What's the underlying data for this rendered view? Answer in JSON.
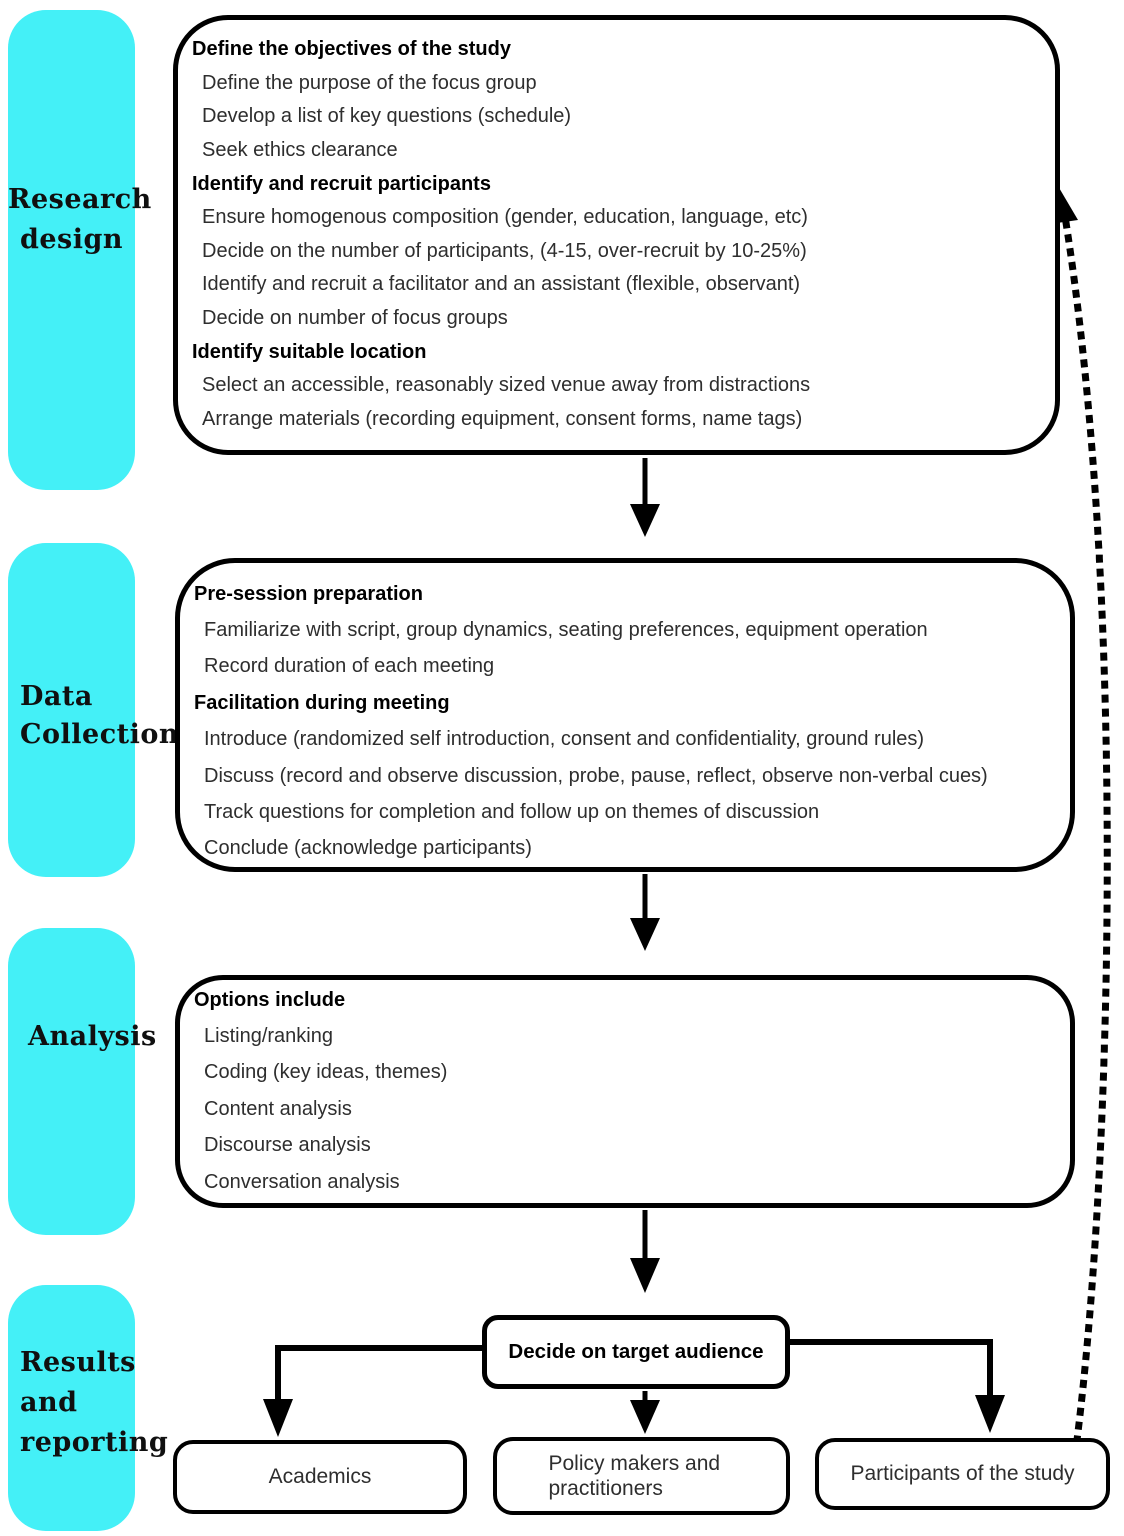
{
  "palette": {
    "stage_fill": "#44F0F7",
    "outline": "#000000",
    "body_text": "#2e2e2e"
  },
  "stages": [
    {
      "id": "research-design",
      "lines": [
        "Research",
        "design"
      ]
    },
    {
      "id": "data-collection",
      "lines": [
        "Data",
        "Collection"
      ]
    },
    {
      "id": "analysis",
      "lines": [
        "Analysis"
      ]
    },
    {
      "id": "results-reporting",
      "lines": [
        "Results",
        "and",
        "reporting"
      ]
    }
  ],
  "flow_boxes": [
    {
      "id": "research-design-steps",
      "lines": [
        {
          "text": "Define the objectives of the study",
          "bold": true
        },
        {
          "text": "Define the purpose of the focus group",
          "bold": false
        },
        {
          "text": "Develop a list of key questions (schedule)",
          "bold": false
        },
        {
          "text": "Seek ethics clearance",
          "bold": false
        },
        {
          "text": "Identify and recruit participants",
          "bold": true
        },
        {
          "text": "Ensure homogenous composition (gender, education, language, etc)",
          "bold": false
        },
        {
          "text": "Decide on the number of participants, (4-15, over-recruit by 10-25%)",
          "bold": false
        },
        {
          "text": "Identify and recruit a facilitator and an assistant (flexible, observant)",
          "bold": false
        },
        {
          "text": "Decide on number of focus groups",
          "bold": false
        },
        {
          "text": "Identify suitable location",
          "bold": true
        },
        {
          "text": "Select an accessible, reasonably sized venue away from distractions",
          "bold": false
        },
        {
          "text": "Arrange materials (recording equipment, consent forms, name tags)",
          "bold": false
        }
      ]
    },
    {
      "id": "data-collection-steps",
      "lines": [
        {
          "text": "Pre-session preparation",
          "bold": true
        },
        {
          "text": "Familiarize with script, group dynamics, seating preferences, equipment operation",
          "bold": false
        },
        {
          "text": "Record duration of each meeting",
          "bold": false
        },
        {
          "text": "Facilitation during meeting",
          "bold": true
        },
        {
          "text": "Introduce (randomized self introduction, consent and confidentiality, ground rules)",
          "bold": false
        },
        {
          "text": "Discuss (record and observe discussion, probe, pause, reflect, observe non-verbal cues)",
          "bold": false
        },
        {
          "text": "Track questions for completion and follow up on themes of discussion",
          "bold": false
        },
        {
          "text": "Conclude (acknowledge participants)",
          "bold": false
        }
      ]
    },
    {
      "id": "analysis-options",
      "lines": [
        {
          "text": "Options include",
          "bold": true
        },
        {
          "text": "Listing/ranking",
          "bold": false
        },
        {
          "text": "Coding (key ideas, themes)",
          "bold": false
        },
        {
          "text": "Content analysis",
          "bold": false
        },
        {
          "text": "Discourse analysis",
          "bold": false
        },
        {
          "text": "Conversation analysis",
          "bold": false
        }
      ]
    }
  ],
  "decision": {
    "label": "Decide on target audience"
  },
  "audiences": [
    {
      "label": "Academics"
    },
    {
      "label": "Policy makers and practitioners"
    },
    {
      "label": "Participants of the study"
    }
  ]
}
